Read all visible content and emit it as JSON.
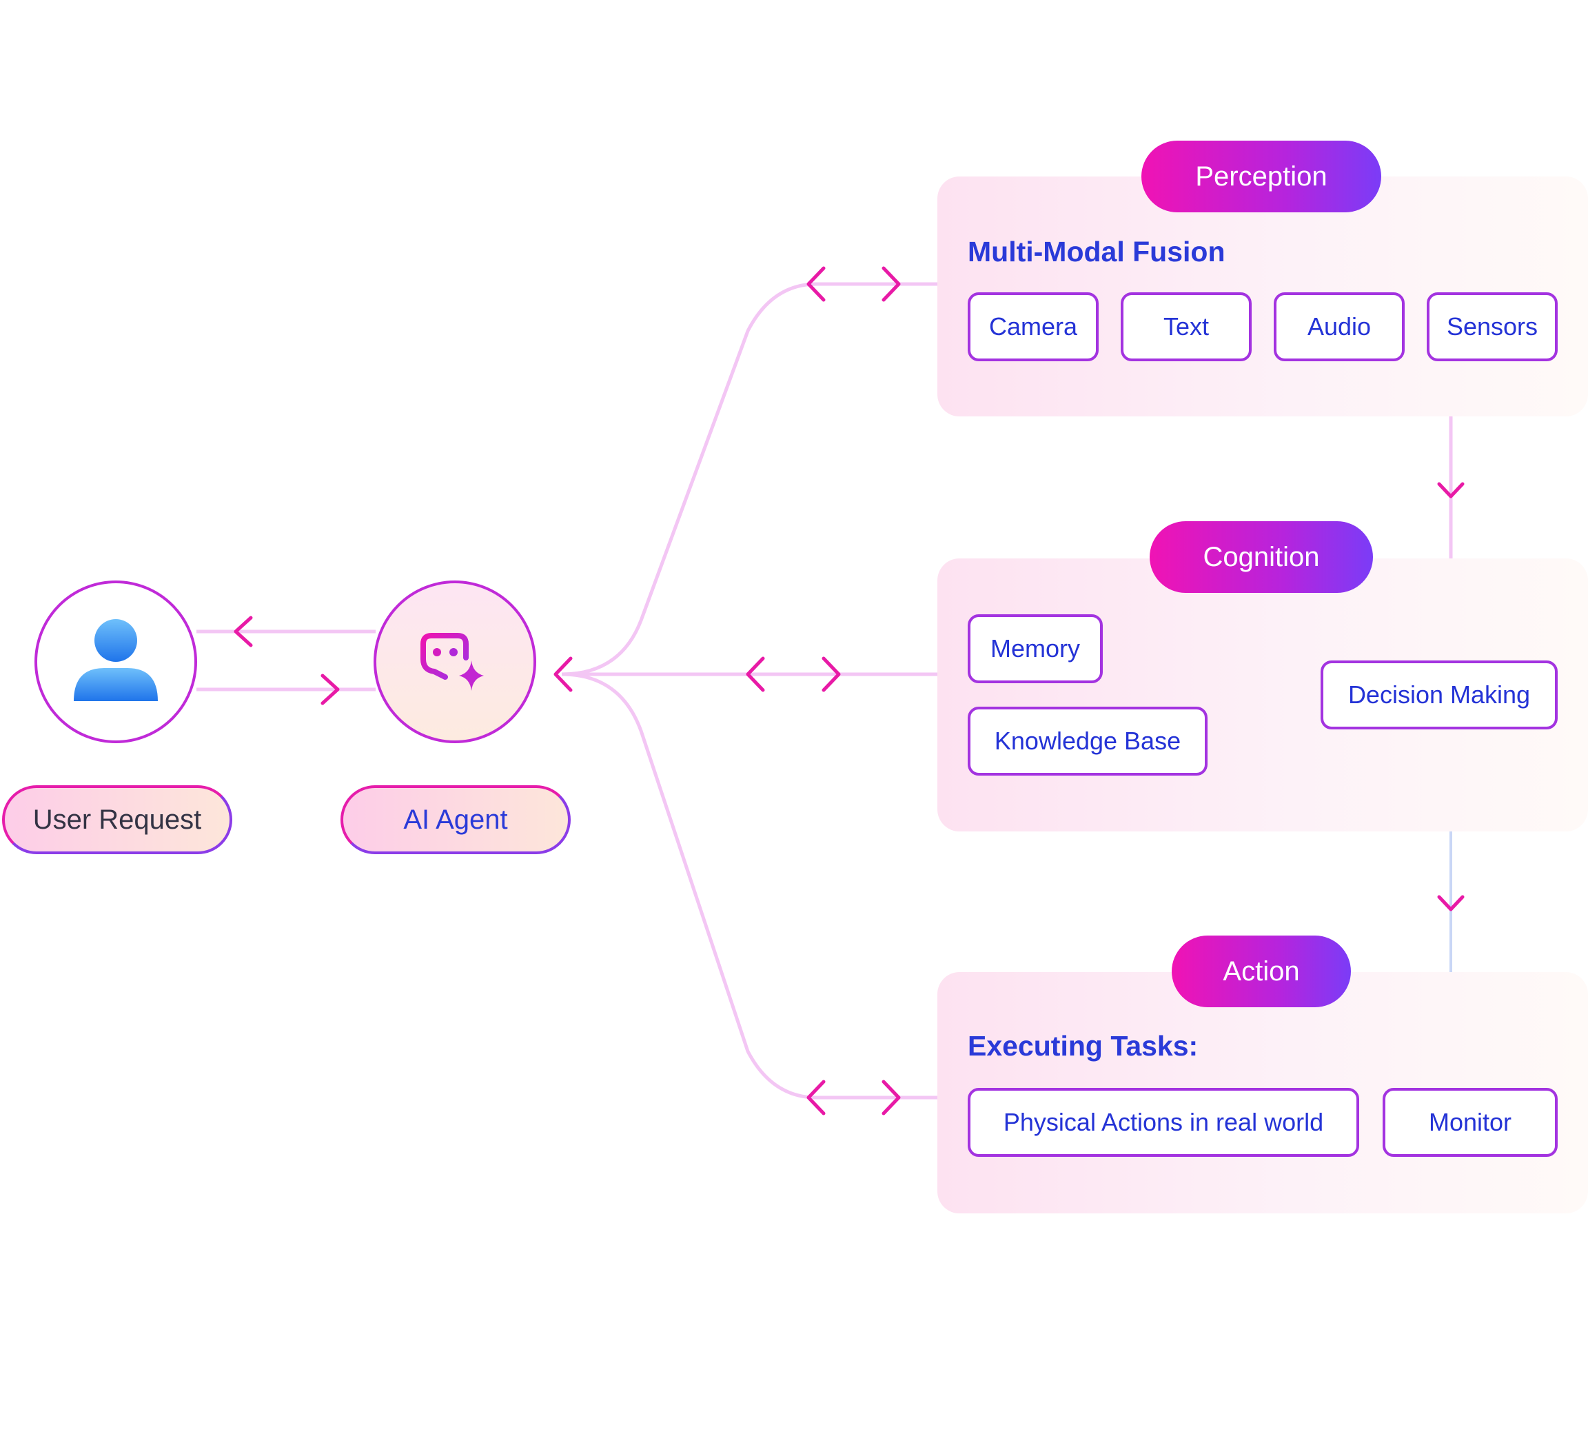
{
  "actors": {
    "user": {
      "label": "User Request",
      "icon": "user-icon"
    },
    "agent": {
      "label": "AI Agent",
      "icon": "robot-sparkle-icon"
    }
  },
  "panels": {
    "perception": {
      "title": "Perception",
      "heading": "Multi-Modal Fusion",
      "chips": [
        "Camera",
        "Text",
        "Audio",
        "Sensors"
      ]
    },
    "cognition": {
      "title": "Cognition",
      "chips": [
        "Memory",
        "Knowledge Base",
        "Decision Making"
      ]
    },
    "action": {
      "title": "Action",
      "heading": "Executing Tasks:",
      "chips": [
        "Physical Actions in real world",
        "Monitor"
      ]
    }
  },
  "colors": {
    "accent_pink": "#f013b4",
    "accent_purple": "#7b3cf7",
    "text_blue": "#2433d6",
    "connector": "#f3c6f4",
    "arrowhead": "#e81aa6",
    "user_icon": "#2f86f0"
  }
}
